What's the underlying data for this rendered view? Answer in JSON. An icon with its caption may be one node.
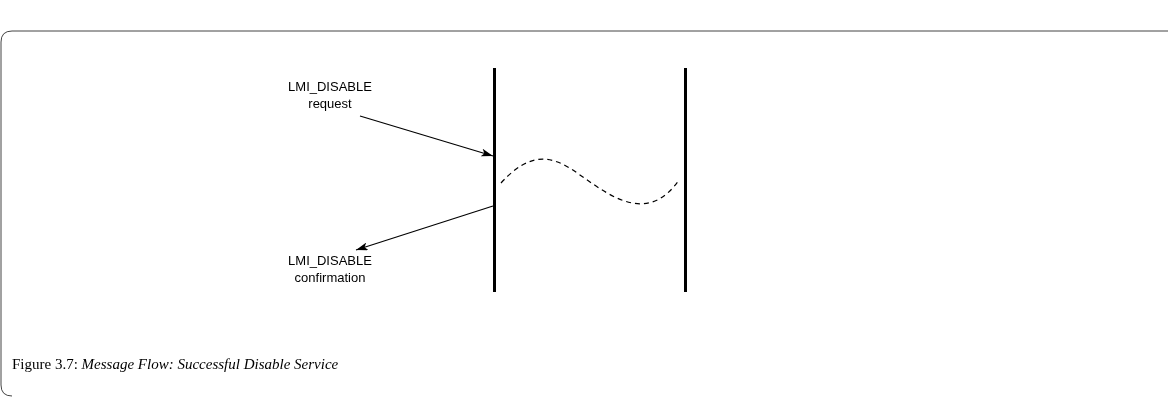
{
  "diagram": {
    "caption": "Figure 3.7: *Message Flow: Successful Disable Service*",
    "nodes": [
      {
        "text": [
          "LMI_DISABLE request"
        ]
      },
      {
        "text": [],
        "shape": "bar"
      },
      {
        "text": [],
        "shape": "bar"
      },
      {
        "text": [
          "LMI_DISABLE confirmation"
        ]
      }
    ],
    "edges": [
      {
        "from": 0,
        "to": 1,
        "arrow": "to"
      },
      {
        "from": 1,
        "to": 2,
        "arrow": "none",
        "style": "dashed"
      },
      {
        "from": 1,
        "to": 3,
        "arrow": "to"
      }
    ]
  }
}
